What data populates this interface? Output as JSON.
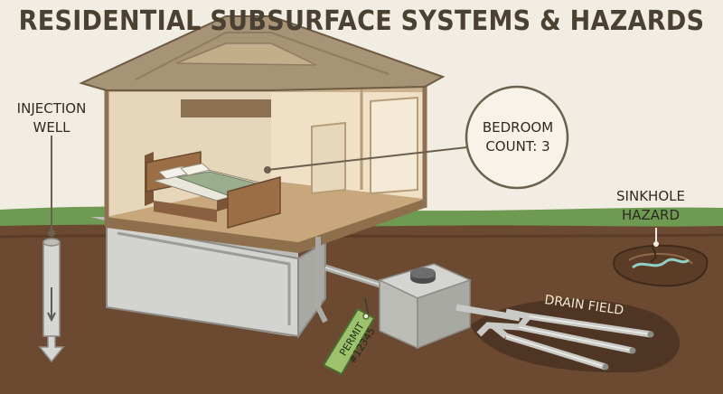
{
  "title": "RESIDENTIAL SUBSURFACE SYSTEMS & HAZARDS",
  "labels": {
    "injection_well": [
      "INJECTION",
      "WELL"
    ],
    "sinkhole_hazard": [
      "SINKHOLE",
      "HAZARD"
    ],
    "bedroom_count": [
      "BEDROOM",
      "COUNT: 3"
    ],
    "drain_field": "DRAIN FIELD",
    "permit": [
      "PERMIT",
      "#12345"
    ]
  },
  "icons": {
    "house": "house-cutaway-icon",
    "bed": "bed-icon",
    "septic_tank": "septic-tank-icon",
    "pipes": "drain-pipe-icon",
    "well": "injection-well-icon",
    "arrow": "arrow-down-icon",
    "sinkhole": "sinkhole-icon",
    "tag": "permit-tag-icon"
  },
  "colors": {
    "background": "#f1ede2",
    "grass": "#6f9a52",
    "soil": "#6b4a31",
    "wall": "#d9c6a7",
    "roof": "#a79375",
    "concrete": "#c6c7c3",
    "tag": "#9cc26e",
    "bed_sheet": "#9aad8c",
    "title_text": "#4a4132"
  }
}
